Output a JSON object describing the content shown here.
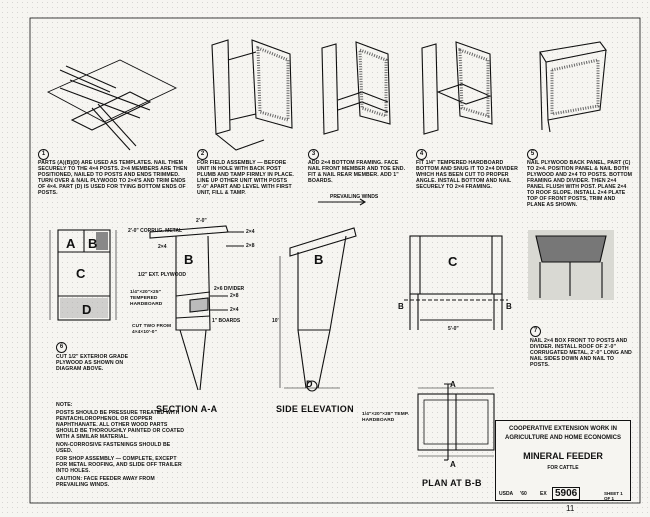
{
  "steps": [
    {
      "num": "1",
      "text": "PARTS (A)(B)(D) ARE USED AS TEMPLATES. NAIL THEM SECURELY TO THE 4×4 POSTS. 2×4 MEMBERS ARE THEN POSITIONED, NAILED TO POSTS AND ENDS TRIMMED. TURN OVER & NAIL PLYWOOD TO 2×4'S AND TRIM ENDS OF 4×4. PART (D) IS USED FOR TYING BOTTOM ENDS OF POSTS."
    },
    {
      "num": "2",
      "text": "FOR FIELD ASSEMBLY — BEFORE UNIT IN HOLE WITH BACK POST PLUMB AND TAMP FIRMLY IN PLACE. LINE UP OTHER UNIT WITH POSTS 5'-0\" APART AND LEVEL WITH FIRST UNIT, FILL & TAMP."
    },
    {
      "num": "3",
      "text": "ADD 2×4 BOTTOM FRAMING. FACE NAIL FRONT MEMBER AND TOE END. FIT & NAIL REAR MEMBER. ADD 1\" BOARDS."
    },
    {
      "num": "4",
      "text": "FIT 1/4\" TEMPERED HARDBOARD BOTTOM AND SNUG IT TO 2×4 DIVIDER WHICH HAS BEEN CUT TO PROPER ANGLE. INSTALL BOTTOM AND NAIL SECURELY TO 2×4 FRAMING."
    },
    {
      "num": "5",
      "text": "NAIL PLYWOOD BACK PANEL, PART (C) TO 2×4. POSITION PANEL & NAIL BOTH PLYWOOD AND 2×4 TO POSTS. BOTTOM FRAMING AND DIVIDER. THEN 2×4 PANEL FLUSH WITH POST. PLANE 2×4 TO ROOF SLOPE. INSTALL 2×4 PLATE TOP OF FRONT POSTS, TRIM AND PLANE AS SHOWN."
    },
    {
      "num": "6",
      "text": "CUT 1/2\" EXTERIOR GRADE PLYWOOD AS SHOWN ON DIAGRAM ABOVE."
    },
    {
      "num": "7",
      "text": "NAIL 2×4 BOX FRONT TO POSTS AND DIVIDER. INSTALL ROOF OF 2'-0\" CORRUGATED METAL, 2'-0\" LONG AND NAIL SIDES DOWN AND NAIL TO POSTS."
    }
  ],
  "wind_label": "PREVAILING WINDS",
  "parts": [
    "A",
    "B",
    "C",
    "D"
  ],
  "section_labels": {
    "section_aa": "SECTION A-A",
    "side": "SIDE ELEVATION",
    "plan": "PLAN AT B-B"
  },
  "callouts": {
    "corr": "2'-0\" CORRUG. METAL",
    "ext_ply": "1/2\" EXT. PLYWOOD",
    "temp_hb": "1/4\"×20\"×25\" TEMPERED HARDBOARD",
    "cut_two": "CUT TWO FROM 4×4×10'-0\"",
    "divider": "2×6 DIVIDER",
    "boards": "1\" BOARDS",
    "b2x4a": "2×4",
    "b2x4b": "2×4",
    "b2x4c": "2×8",
    "b2x4d": "2×8",
    "b2x4e": "2×4",
    "dim_5ft": "5'-0\"",
    "dim_2ft": "2'-0\"",
    "dim_10": "10'",
    "plan_hb": "1/4\"×20\"×38\" TEMP. HARDBOARD",
    "marker_a": "A",
    "marker_b": "B"
  },
  "notes": {
    "heading": "NOTE:",
    "lines": [
      "POSTS SHOULD BE PRESSURE TREATED WITH PENTACHLOROPHENOL OR COPPER NAPHTHANATE. ALL OTHER WOOD PARTS SHOULD BE THOROUGHLY PAINTED OR COATED WITH A SIMILAR MATERIAL.",
      "NON-CORROSIVE FASTENINGS SHOULD BE USED.",
      "FOR SHOP ASSEMBLY — COMPLETE, EXCEPT FOR METAL ROOFING, AND SLIDE OFF TRAILER INTO HOLES.",
      "CAUTION: FACE FEEDER AWAY FROM PREVAILING WINDS."
    ]
  },
  "title_block": {
    "org1": "COOPERATIVE EXTENSION WORK IN",
    "org2": "AGRICULTURE AND HOME ECONOMICS",
    "title": "MINERAL FEEDER",
    "subtitle": "FOR CATTLE",
    "usda": "USDA",
    "year": "'60",
    "ex": "EX",
    "number": "5906",
    "sheet": "SHEET 1 OF 1"
  },
  "page_mark": "11"
}
